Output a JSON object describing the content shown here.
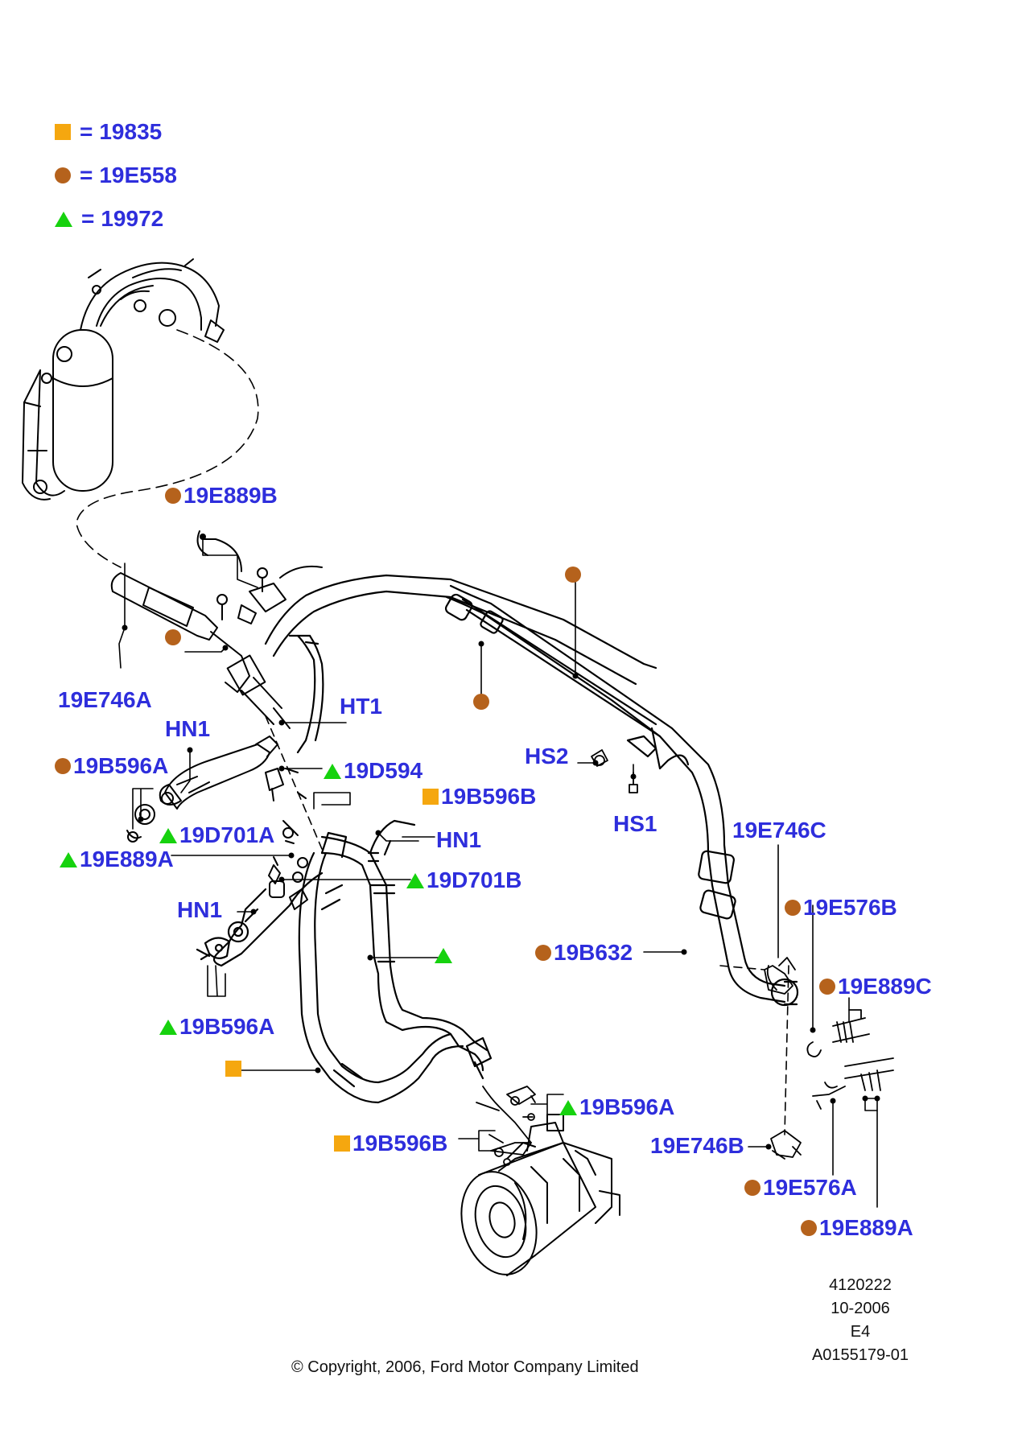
{
  "colors": {
    "square": "#f5a70f",
    "circle": "#b5621c",
    "triangle": "#16d20e",
    "label": "#2e2edc",
    "line": "#000000"
  },
  "legend": [
    {
      "marker": "square",
      "eq": "=",
      "code": "19835"
    },
    {
      "marker": "circle",
      "eq": "=",
      "code": "19E558"
    },
    {
      "marker": "triangle",
      "eq": "=",
      "code": "19972"
    }
  ],
  "labels": {
    "l_19E889B": {
      "marker": "circle",
      "text": "19E889B"
    },
    "l_19E746A": {
      "marker": "",
      "text": "19E746A"
    },
    "l_HT1": {
      "marker": "",
      "text": "HT1"
    },
    "l_HN1a": {
      "marker": "",
      "text": "HN1"
    },
    "l_19B596A_1": {
      "marker": "circle",
      "text": "19B596A"
    },
    "l_19D594": {
      "marker": "triangle",
      "text": "19D594"
    },
    "l_19B596B_1": {
      "marker": "square",
      "text": "19B596B"
    },
    "l_19D701A": {
      "marker": "triangle",
      "text": "19D701A"
    },
    "l_HN1b": {
      "marker": "",
      "text": "HN1"
    },
    "l_19E889A_1": {
      "marker": "triangle",
      "text": "19E889A"
    },
    "l_19D701B": {
      "marker": "triangle",
      "text": "19D701B"
    },
    "l_HN1c": {
      "marker": "",
      "text": "HN1"
    },
    "l_19B596A_2": {
      "marker": "triangle",
      "text": "19B596A"
    },
    "l_HS2": {
      "marker": "",
      "text": "HS2"
    },
    "l_HS1": {
      "marker": "",
      "text": "HS1"
    },
    "l_19E746C": {
      "marker": "",
      "text": "19E746C"
    },
    "l_19E576B": {
      "marker": "circle",
      "text": "19E576B"
    },
    "l_19B632": {
      "marker": "circle",
      "text": "19B632"
    },
    "l_19E889C": {
      "marker": "circle",
      "text": "19E889C"
    },
    "l_19B596A_3": {
      "marker": "triangle",
      "text": "19B596A"
    },
    "l_19B596B_2": {
      "marker": "square",
      "text": "19B596B"
    },
    "l_19E746B": {
      "marker": "",
      "text": "19E746B"
    },
    "l_19E576A": {
      "marker": "circle",
      "text": "19E576A"
    },
    "l_19E889A_2": {
      "marker": "circle",
      "text": "19E889A"
    }
  },
  "footer": {
    "ref1": "4120222",
    "ref2": "10-2006",
    "ref3": "E4",
    "ref4": "A0155179-01",
    "copyright": "© Copyright, 2006, Ford Motor Company Limited"
  }
}
